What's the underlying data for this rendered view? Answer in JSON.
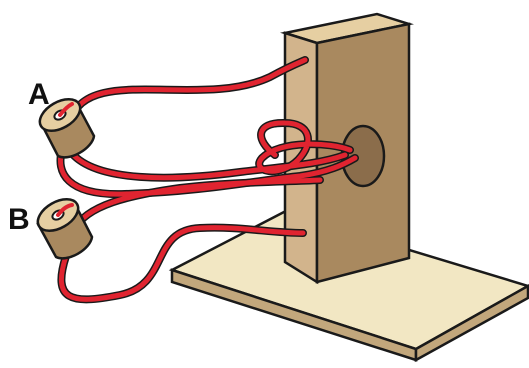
{
  "labels": {
    "a": "A",
    "b": "B"
  },
  "colors": {
    "wood_face": "#d2b48c",
    "wood_side": "#a9895f",
    "wood_top": "#e6cfa2",
    "base_top": "#f2e7c3",
    "base_side": "#c2a77c",
    "hole": "#8b6d4b",
    "string": "#e02430",
    "string_highlight": "#ff8a8a",
    "outline": "#1a1a1a"
  },
  "icons": {
    "bead_a": "wooden-bead",
    "bead_b": "wooden-bead"
  }
}
